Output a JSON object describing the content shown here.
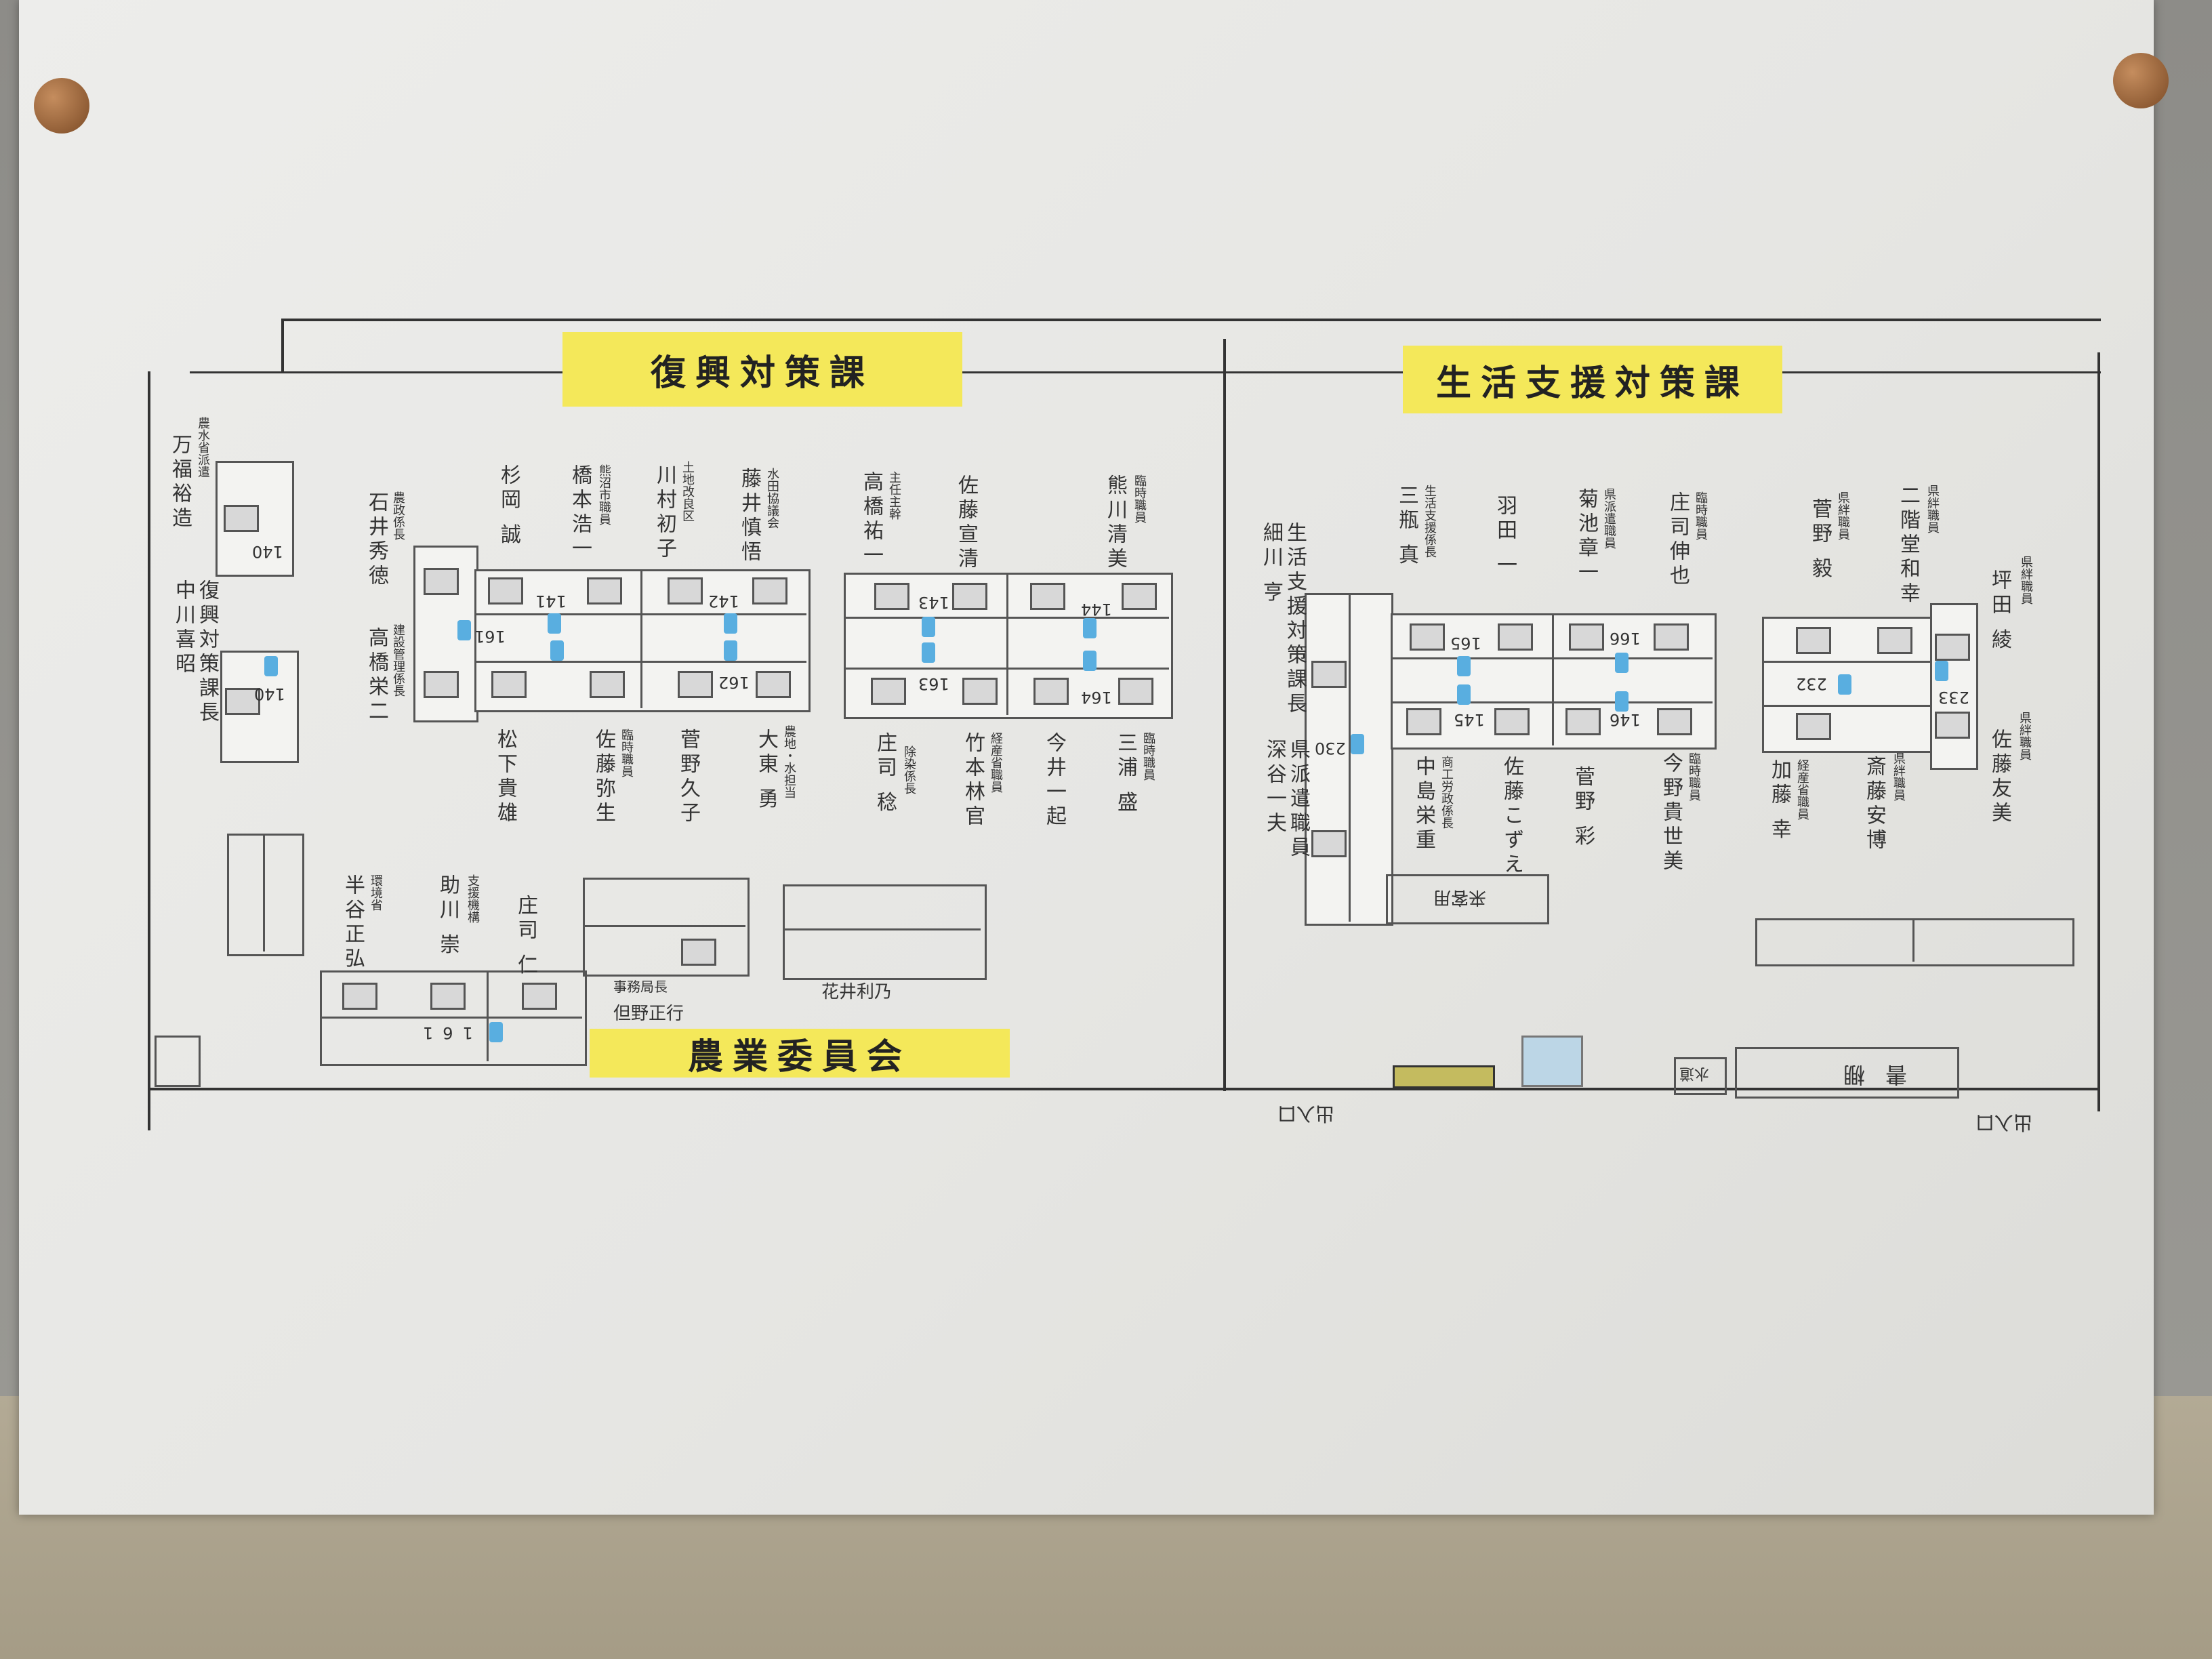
{
  "departments": {
    "reconstruction": "復興対策課",
    "life_support": "生活支援対策課",
    "agri_committee": "農業委員会"
  },
  "desk_numbers": [
    "140",
    "141",
    "142",
    "143",
    "144",
    "161",
    "162",
    "163",
    "164",
    "165",
    "166",
    "145",
    "146",
    "230",
    "232",
    "233",
    "140",
    "161"
  ],
  "people": {
    "p1": {
      "name": "万福裕造",
      "role": "農水省派遣"
    },
    "p2": {
      "name": "中川喜昭",
      "role": "復興対策課長"
    },
    "p3": {
      "name": "石井秀徳",
      "role": "農政係長"
    },
    "p4": {
      "name": "高橋栄二",
      "role": "建設管理係長"
    },
    "p5": {
      "name": "杉岡 誠",
      "role": ""
    },
    "p6": {
      "name": "橋本浩一",
      "role": "熊沼市職員"
    },
    "p7": {
      "name": "川村初子",
      "role": "土地改良区"
    },
    "p8": {
      "name": "藤井慎悟",
      "role": "水田協議会"
    },
    "p9": {
      "name": "高橋祐一",
      "role": "主任主幹"
    },
    "p10": {
      "name": "佐藤宣清",
      "role": ""
    },
    "p11": {
      "name": "熊川清美",
      "role": "臨時職員"
    },
    "p12": {
      "name": "松下貴雄",
      "role": ""
    },
    "p13": {
      "name": "佐藤弥生",
      "role": "臨時職員"
    },
    "p14": {
      "name": "菅野久子",
      "role": ""
    },
    "p15": {
      "name": "大東 勇",
      "role": "農地・水担当"
    },
    "p16": {
      "name": "庄司 稔",
      "role": "除染係長"
    },
    "p17": {
      "name": "竹本林官",
      "role": "経産省職員"
    },
    "p18": {
      "name": "今井一起",
      "role": ""
    },
    "p19": {
      "name": "三浦 盛",
      "role": "臨時職員"
    },
    "p20": {
      "name": "半谷正弘",
      "role": "環境省"
    },
    "p21": {
      "name": "助川 崇",
      "role": "支援機構"
    },
    "p22": {
      "name": "庄司 仁",
      "role": ""
    },
    "p23": {
      "name": "細川 亨",
      "role": "生活支援対策課長"
    },
    "p24": {
      "name": "深谷一夫",
      "role": "県派遣職員"
    },
    "p25": {
      "name": "三瓶 真",
      "role": "生活支援係長"
    },
    "p26": {
      "name": "羽田 一",
      "role": ""
    },
    "p27": {
      "name": "菊池章一",
      "role": "県派遣職員"
    },
    "p28": {
      "name": "庄司伸也",
      "role": "臨時職員"
    },
    "p29": {
      "name": "菅野 毅",
      "role": "県絆職員"
    },
    "p30": {
      "name": "二階堂和幸",
      "role": "県絆職員"
    },
    "p31": {
      "name": "坪田 綾",
      "role": "県絆職員"
    },
    "p32": {
      "name": "中島栄重",
      "role": "商工労政係長"
    },
    "p33": {
      "name": "佐藤こずえ",
      "role": ""
    },
    "p34": {
      "name": "菅野 彩",
      "role": ""
    },
    "p35": {
      "name": "今野貴世美",
      "role": "臨時職員"
    },
    "p36": {
      "name": "加藤 幸",
      "role": "経産省職員"
    },
    "p37": {
      "name": "斎藤安博",
      "role": "県絆職員"
    },
    "p38": {
      "name": "佐藤友美",
      "role": "県絆職員"
    }
  },
  "horizontal_labels": {
    "director_title": "事務局長",
    "director_name": "但野正行",
    "hanai": "花井利乃",
    "reception": "来客用",
    "shelf": "書棚",
    "water": "水道",
    "exit": "出入口"
  },
  "colors": {
    "banner": "#f4e85a",
    "phone": "#59aee0"
  }
}
